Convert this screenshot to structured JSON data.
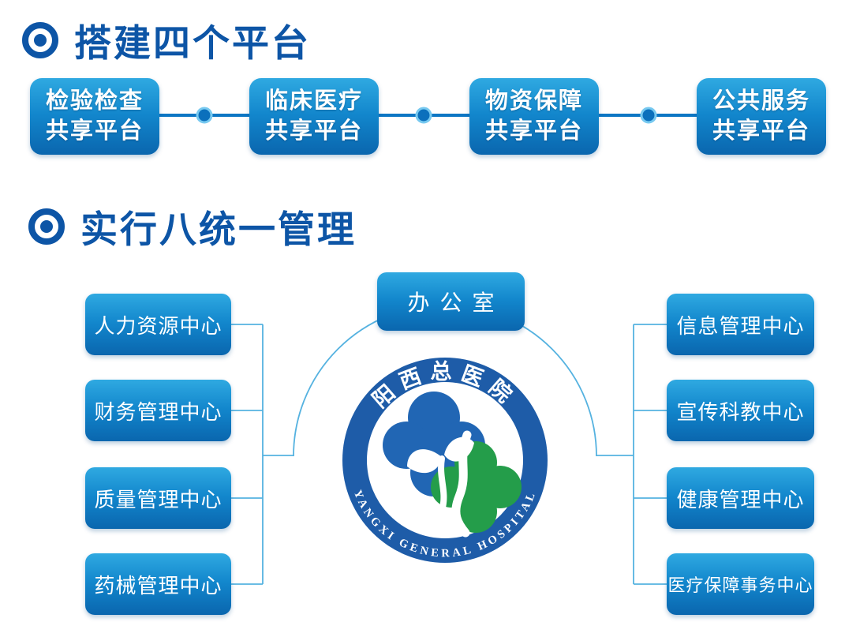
{
  "platforms_section": {
    "heading": "搭建四个平台",
    "boxes": [
      {
        "line1": "检验检查",
        "line2": "共享平台"
      },
      {
        "line1": "临床医疗",
        "line2": "共享平台"
      },
      {
        "line1": "物资保障",
        "line2": "共享平台"
      },
      {
        "line1": "公共服务",
        "line2": "共享平台"
      }
    ]
  },
  "management_section": {
    "heading": "实行八统一管理",
    "office_box": "办公室",
    "left_centers": [
      "人力资源中心",
      "财务管理中心",
      "质量管理中心",
      "药械管理中心"
    ],
    "right_centers": [
      "信息管理中心",
      "宣传科教中心",
      "健康管理中心",
      "医疗保障事务中心"
    ],
    "logo": {
      "hospital_name_cn": "阳西总医院",
      "hospital_name_en": "YANGXI GENERAL HOSPITAL"
    }
  },
  "colors": {
    "heading_blue": "#0D55A6",
    "box_gradient_top": "#2FA9E1",
    "box_gradient_bottom": "#0A66AE",
    "connector_blue": "#0C76C4",
    "connector_dot_fill": "#0B70BC",
    "connector_dot_ring": "#77C9F0",
    "thin_line_blue": "#55B2E0",
    "logo_ring_blue": "#1E5CA8",
    "logo_clover_blue": "#2166B4",
    "logo_green": "#249D4A"
  }
}
